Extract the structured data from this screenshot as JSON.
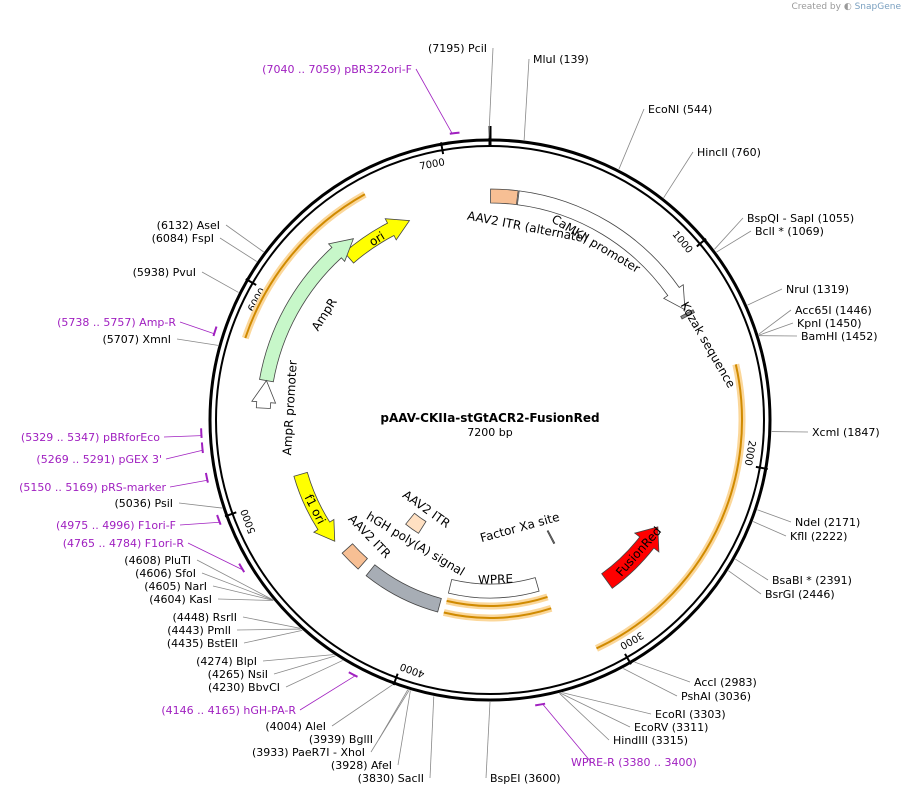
{
  "credit": {
    "prefix": "Created by",
    "brand": "SnapGene"
  },
  "map": {
    "name": "pAAV-CKIIa-stGtACR2-FusionRed",
    "length": 7200,
    "length_label": "7200 bp"
  },
  "ticks": [
    {
      "pos": 1000,
      "label": "1000"
    },
    {
      "pos": 2000,
      "label": "2000"
    },
    {
      "pos": 3000,
      "label": "3000"
    },
    {
      "pos": 4000,
      "label": "4000"
    },
    {
      "pos": 5000,
      "label": "5000"
    },
    {
      "pos": 6000,
      "label": "6000"
    },
    {
      "pos": 7000,
      "label": "7000"
    }
  ],
  "sites": [
    {
      "name": "PciI",
      "pos": 7195,
      "label": "(7195)  PciI"
    },
    {
      "name": "MluI",
      "pos": 139,
      "label": "MluI  (139)"
    },
    {
      "name": "EcoNI",
      "pos": 544,
      "label": "EcoNI  (544)"
    },
    {
      "name": "HincII",
      "pos": 760,
      "label": "HincII  (760)"
    },
    {
      "name": "BspQI",
      "pos": 1055,
      "label": "BspQI  - SapI  (1055)"
    },
    {
      "name": "BclI",
      "pos": 1069,
      "label": "BclI *  (1069)"
    },
    {
      "name": "NruI",
      "pos": 1319,
      "label": "NruI  (1319)"
    },
    {
      "name": "Acc65I",
      "pos": 1446,
      "label": "Acc65I  (1446)"
    },
    {
      "name": "KpnI",
      "pos": 1450,
      "label": "KpnI  (1450)"
    },
    {
      "name": "BamHI",
      "pos": 1452,
      "label": "BamHI  (1452)"
    },
    {
      "name": "XcmI",
      "pos": 1847,
      "label": "XcmI  (1847)"
    },
    {
      "name": "NdeI",
      "pos": 2171,
      "label": "NdeI  (2171)"
    },
    {
      "name": "KflI",
      "pos": 2222,
      "label": "KflI  (2222)"
    },
    {
      "name": "BsaBI",
      "pos": 2391,
      "label": "BsaBI *  (2391)"
    },
    {
      "name": "BsrGI",
      "pos": 2446,
      "label": "BsrGI  (2446)"
    },
    {
      "name": "AccI",
      "pos": 2983,
      "label": "AccI  (2983)"
    },
    {
      "name": "PshAI",
      "pos": 3036,
      "label": "PshAI  (3036)"
    },
    {
      "name": "EcoRI",
      "pos": 3303,
      "label": "EcoRI  (3303)"
    },
    {
      "name": "EcoRV",
      "pos": 3311,
      "label": "EcoRV  (3311)"
    },
    {
      "name": "HindIII",
      "pos": 3315,
      "label": "HindIII  (3315)"
    },
    {
      "name": "BspEI",
      "pos": 3600,
      "label": "BspEI  (3600)"
    },
    {
      "name": "SacII",
      "pos": 3830,
      "label": "(3830)  SacII"
    },
    {
      "name": "AfeI",
      "pos": 3928,
      "label": "(3928)  AfeI"
    },
    {
      "name": "PaeR7I",
      "pos": 3933,
      "label": "(3933)  PaeR7I  - XhoI"
    },
    {
      "name": "BglII",
      "pos": 3939,
      "label": "(3939)  BglII"
    },
    {
      "name": "AleI",
      "pos": 4004,
      "label": "(4004)  AleI"
    },
    {
      "name": "BbvCI",
      "pos": 4230,
      "label": "(4230)  BbvCI"
    },
    {
      "name": "NsiI",
      "pos": 4265,
      "label": "(4265)  NsiI"
    },
    {
      "name": "BlpI",
      "pos": 4274,
      "label": "(4274)  BlpI"
    },
    {
      "name": "BstEII",
      "pos": 4435,
      "label": "(4435)  BstEII"
    },
    {
      "name": "PmlI",
      "pos": 4443,
      "label": "(4443)  PmlI"
    },
    {
      "name": "RsrII",
      "pos": 4448,
      "label": "(4448)  RsrII"
    },
    {
      "name": "KasI",
      "pos": 4604,
      "label": "(4604)  KasI"
    },
    {
      "name": "NarI",
      "pos": 4605,
      "label": "(4605)  NarI"
    },
    {
      "name": "SfoI",
      "pos": 4606,
      "label": "(4606)  SfoI"
    },
    {
      "name": "PluTI",
      "pos": 4608,
      "label": "(4608)  PluTI"
    },
    {
      "name": "PsiI",
      "pos": 5036,
      "label": "(5036)  PsiI"
    },
    {
      "name": "XmnI",
      "pos": 5707,
      "label": "(5707)  XmnI"
    },
    {
      "name": "PvuI",
      "pos": 5938,
      "label": "(5938)  PvuI"
    },
    {
      "name": "FspI",
      "pos": 6084,
      "label": "(6084)  FspI"
    },
    {
      "name": "AseI",
      "pos": 6132,
      "label": "(6132)  AseI"
    }
  ],
  "primers": [
    {
      "name": "pBR322ori-F",
      "start": 7040,
      "end": 7059,
      "label": "(7040 .. 7059)  pBR322ori-F"
    },
    {
      "name": "Amp-R",
      "start": 5738,
      "end": 5757,
      "label": "(5738 .. 5757)  Amp-R"
    },
    {
      "name": "pBRforEco",
      "start": 5329,
      "end": 5347,
      "label": "(5329 .. 5347)  pBRforEco"
    },
    {
      "name": "pGEX 3'",
      "start": 5269,
      "end": 5291,
      "label": "(5269 .. 5291)  pGEX 3'"
    },
    {
      "name": "pRS-marker",
      "start": 5150,
      "end": 5169,
      "label": "(5150 .. 5169)  pRS-marker"
    },
    {
      "name": "F1ori-F",
      "start": 4975,
      "end": 4996,
      "label": "(4975 .. 4996)  F1ori-F"
    },
    {
      "name": "F1ori-R",
      "start": 4765,
      "end": 4784,
      "label": "(4765 .. 4784)  F1ori-R"
    },
    {
      "name": "hGH-PA-R",
      "start": 4146,
      "end": 4165,
      "label": "(4146 .. 4165)  hGH-PA-R"
    },
    {
      "name": "WPRE-R",
      "start": 3380,
      "end": 3400,
      "label": "WPRE-R     (3380 .. 3400)"
    }
  ],
  "features": [
    {
      "name": "ori",
      "label": "ori",
      "color": "#ffff00"
    },
    {
      "name": "AAV2 ITR (alternate)",
      "label": "AAV2 ITR (alternate)",
      "color": "#f7bf94"
    },
    {
      "name": "CaMKII promoter",
      "label": "CaMKII promoter",
      "color": "#ffffff"
    },
    {
      "name": "Kozak sequence",
      "label": "Kozak sequence",
      "color": "#888888"
    },
    {
      "name": "FusionRed",
      "label": "FusionRed",
      "color": "#ff0000"
    },
    {
      "name": "WPRE",
      "label": "WPRE",
      "color": "#ffffff"
    },
    {
      "name": "hGH poly(A) signal",
      "label": "hGH poly(A) signal",
      "color": "#a7adb5"
    },
    {
      "name": "AAV2 ITR",
      "label": "AAV2 ITR",
      "color": "#f7bf94"
    },
    {
      "name": "AAV2 ITR 2",
      "label": "AAV2 ITR",
      "color": "#ffe0c2"
    },
    {
      "name": "Factor Xa site",
      "label": "Factor Xa site",
      "color": "#888888"
    },
    {
      "name": "f1 ori",
      "label": "f1 ori",
      "color": "#ffff00"
    },
    {
      "name": "AmpR",
      "label": "AmpR",
      "color": "#c7f7c9"
    },
    {
      "name": "AmpR promoter",
      "label": "AmpR promoter",
      "color": "#ffffff"
    }
  ],
  "colors": {
    "backbone": "#000000",
    "site_leader": "#888888",
    "primer": "#a020c0",
    "orf_track": "#d08a00",
    "orf_glow": "#fbd79a"
  }
}
